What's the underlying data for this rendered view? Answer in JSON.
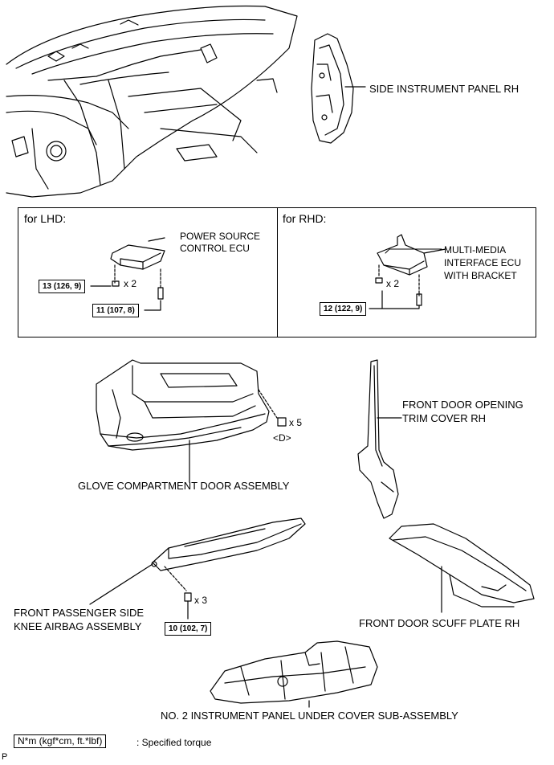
{
  "labels": {
    "side_instrument_panel": "SIDE INSTRUMENT PANEL RH",
    "for_lhd": "for LHD:",
    "for_rhd": "for RHD:",
    "power_source_ecu": [
      "POWER SOURCE",
      "CONTROL ECU"
    ],
    "multimedia_ecu": [
      "MULTI-MEDIA",
      "INTERFACE ECU",
      "WITH BRACKET"
    ],
    "front_door_trim": [
      "FRONT DOOR OPENING",
      "TRIM COVER RH"
    ],
    "glove_compartment": "GLOVE COMPARTMENT DOOR ASSEMBLY",
    "knee_airbag": [
      "FRONT PASSENGER SIDE",
      "KNEE AIRBAG ASSEMBLY"
    ],
    "scuff_plate": "FRONT DOOR SCUFF PLATE RH",
    "under_cover": "NO. 2 INSTRUMENT PANEL UNDER COVER SUB-ASSEMBLY",
    "x2_lhd": "x 2",
    "x2_rhd": "x 2",
    "x5": "x 5",
    "x3": "x 3",
    "d_marker": "<D>",
    "corner_p": "P"
  },
  "torques": {
    "lhd_nut": "13 (126, 9)",
    "lhd_bolt": "11 (107, 8)",
    "rhd_bolt": "12 (122, 9)",
    "airbag_bolt": "10 (102, 7)"
  },
  "legend": {
    "unit": "N*m (kgf*cm, ft.*lbf)",
    "text": ": Specified torque"
  }
}
